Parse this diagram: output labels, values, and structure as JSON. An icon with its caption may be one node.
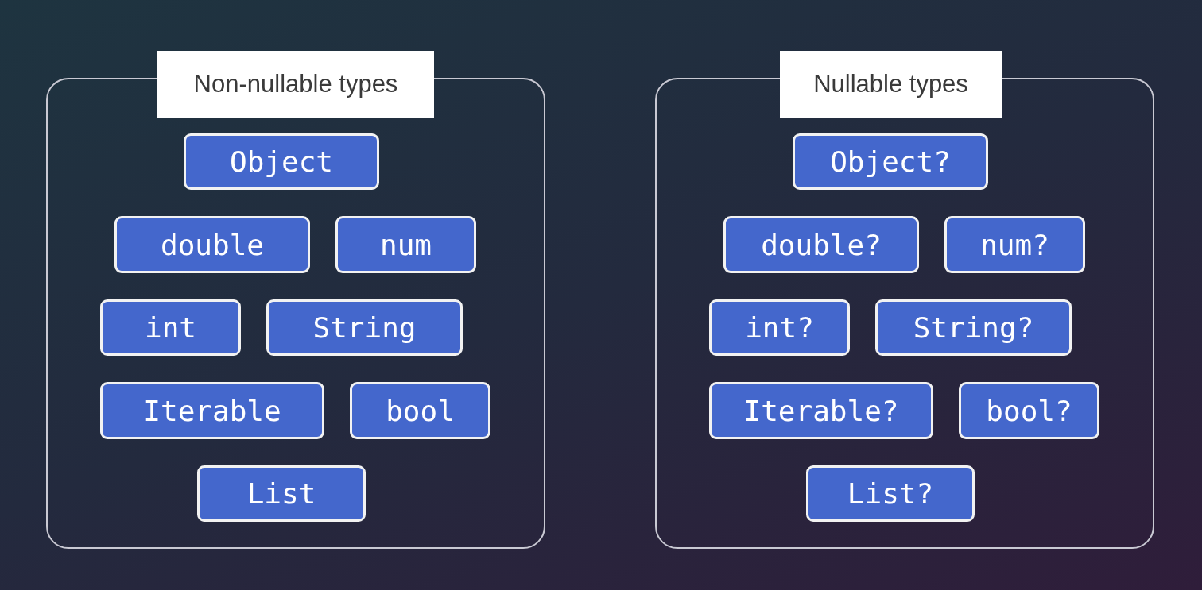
{
  "diagram": {
    "nodes": [
      {
        "text": [
          "Non-nullable types"
        ]
      },
      {
        "text": [
          "Object"
        ],
        "in": 0
      },
      {
        "text": [
          "double"
        ],
        "in": 0
      },
      {
        "text": [
          "num"
        ],
        "in": 0
      },
      {
        "text": [
          "int"
        ],
        "in": 0
      },
      {
        "text": [
          "String"
        ],
        "in": 0
      },
      {
        "text": [
          "Iterable"
        ],
        "in": 0
      },
      {
        "text": [
          "bool"
        ],
        "in": 0
      },
      {
        "text": [
          "List"
        ],
        "in": 0
      },
      {
        "text": [
          "Nullable types"
        ]
      },
      {
        "text": [
          "Object?"
        ],
        "in": 9
      },
      {
        "text": [
          "double?"
        ],
        "in": 9
      },
      {
        "text": [
          "num?"
        ],
        "in": 9
      },
      {
        "text": [
          "int?"
        ],
        "in": 9
      },
      {
        "text": [
          "String?"
        ],
        "in": 9
      },
      {
        "text": [
          "Iterable?"
        ],
        "in": 9
      },
      {
        "text": [
          "bool?"
        ],
        "in": 9
      },
      {
        "text": [
          "List?"
        ],
        "in": 9
      }
    ],
    "edges": []
  }
}
